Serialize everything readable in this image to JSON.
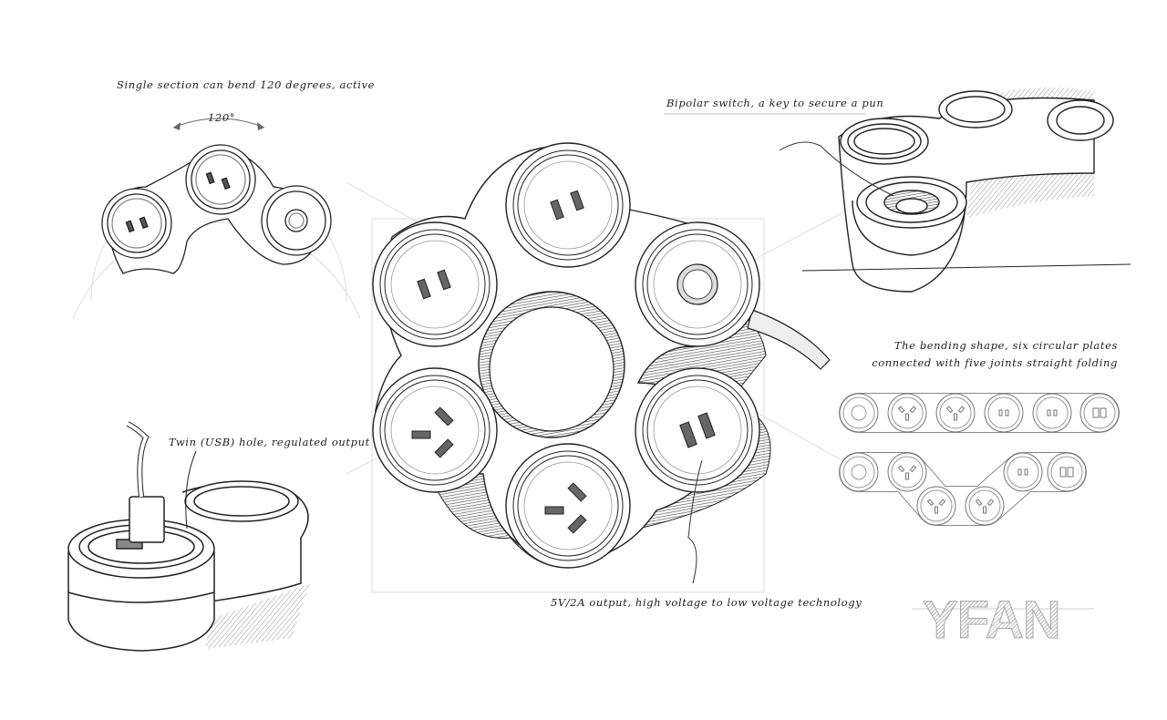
{
  "page": {
    "title": "Modular bendable power strip concept sketch",
    "brand_logo": "YFAN"
  },
  "annotations": {
    "bend": "Single section can bend 120 degrees, active",
    "bend_angle": "120°",
    "switch": "Bipolar switch, a key to secure a pun",
    "shape": [
      "The bending shape, six circular plates",
      "connected with five joints straight folding"
    ],
    "usb": "Twin (USB) hole, regulated output",
    "output": "5V/2A output, high voltage to low voltage technology"
  },
  "main_ring": {
    "modules": [
      {
        "type": "two-pin-socket"
      },
      {
        "type": "two-pin-socket"
      },
      {
        "type": "power-switch"
      },
      {
        "type": "three-pin-socket"
      },
      {
        "type": "three-pin-socket"
      },
      {
        "type": "dual-usb"
      }
    ],
    "cable": "power-cord"
  },
  "linear_strips": {
    "straight": [
      "switch",
      "three-pin",
      "three-pin",
      "two-pin",
      "two-pin",
      "usb"
    ],
    "bent": [
      "switch",
      "three-pin",
      "three-pin",
      "three-pin",
      "two-pin",
      "usb"
    ]
  },
  "colors": {
    "line": "#222222",
    "hatch": "#555555",
    "guide": "#cccccc"
  }
}
